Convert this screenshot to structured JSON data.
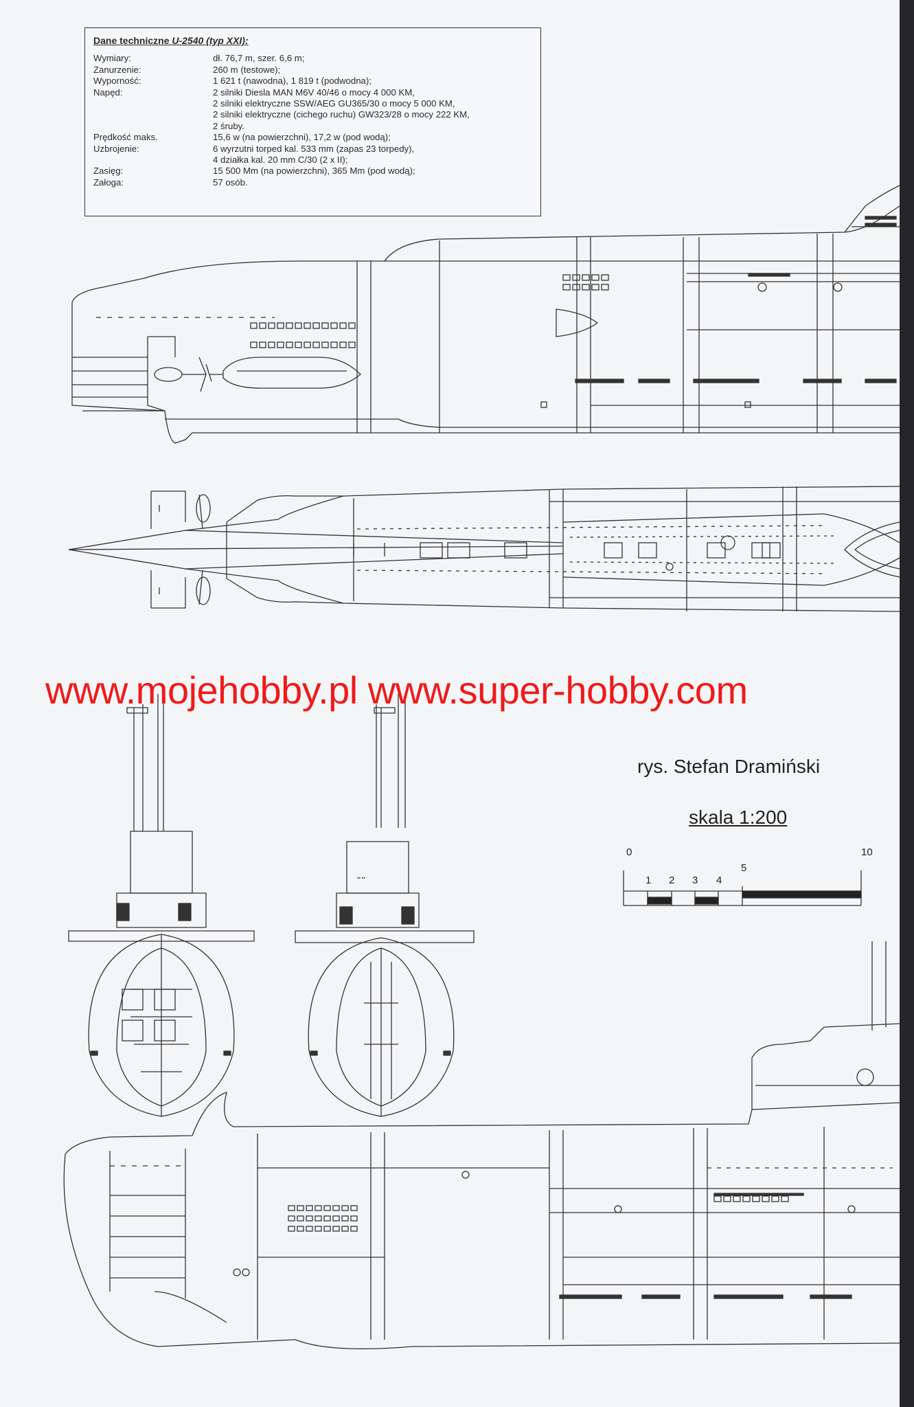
{
  "specs": {
    "title_prefix": "Dane techniczne ",
    "title_boat": "U-2540 (typ XXI):",
    "rows": [
      {
        "label": "Wymiary:",
        "lines": [
          "dł. 76,7 m, szer. 6,6 m;"
        ]
      },
      {
        "label": "Zanurzenie:",
        "lines": [
          "260 m (testowe);"
        ]
      },
      {
        "label": "Wyporność:",
        "lines": [
          "1 621 t (nawodna), 1 819 t (podwodna);"
        ]
      },
      {
        "label": "Napęd:",
        "lines": [
          "2 silniki Diesla MAN M6V 40/46 o mocy 4 000 KM,",
          "2 silniki elektryczne SSW/AEG GU365/30 o mocy 5 000 KM,",
          "2 silniki elektryczne (cichego ruchu) GW323/28 o mocy 222 KM,",
          "2 śruby."
        ]
      },
      {
        "label": "Prędkość maks.",
        "lines": [
          "15,6 w (na powierzchni), 17,2 w (pod wodą);"
        ]
      },
      {
        "label": "Uzbrojenie:",
        "lines": [
          "6 wyrzutni torped kal. 533 mm (zapas 23 torpedy),",
          "4 działka kal. 20 mm C/30 (2 x II);"
        ]
      },
      {
        "label": "Zasięg:",
        "lines": [
          "15 500 Mm (na powierzchni), 365 Mm (pod wodą);"
        ]
      },
      {
        "label": "Załoga:",
        "lines": [
          "57 osób."
        ]
      }
    ]
  },
  "watermark": "www.mojehobby.pl www.super-hobby.com",
  "author": "rys. Stefan Dramiński",
  "scale": {
    "title": "skala 1:200",
    "ticks": [
      "0",
      "1",
      "2",
      "3",
      "4",
      "5",
      "10"
    ]
  },
  "colors": {
    "watermark": "#ef1a1a",
    "ink": "#333333",
    "paper": "#f4f5f7"
  }
}
